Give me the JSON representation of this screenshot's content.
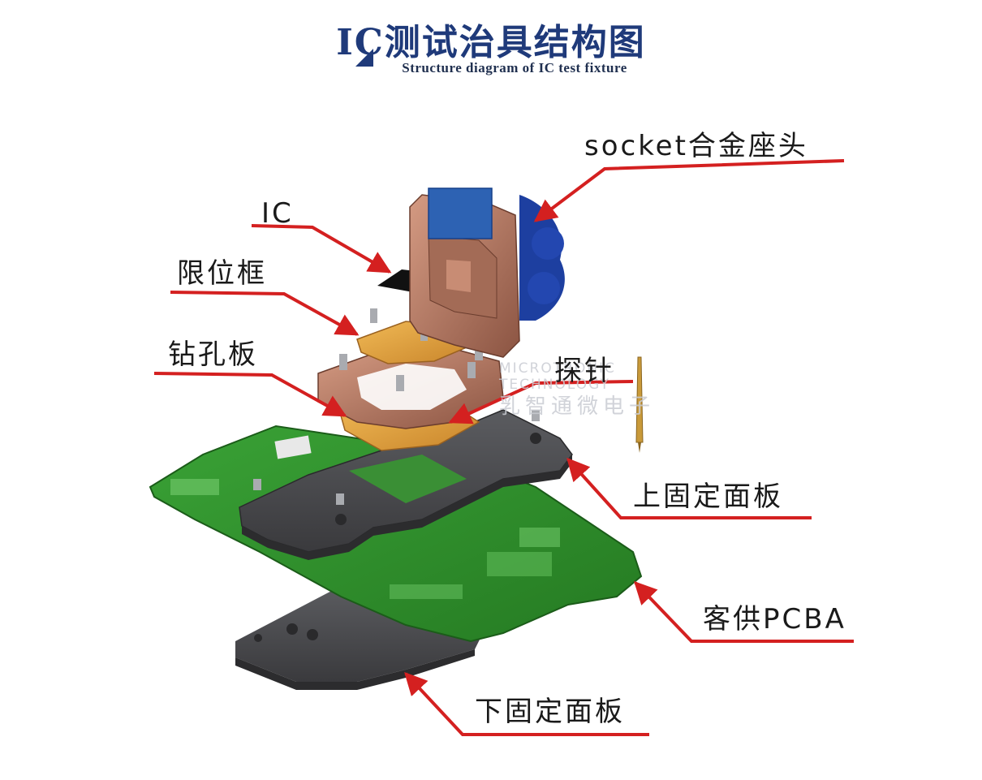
{
  "header": {
    "title": "IC测试治具结构图",
    "subtitle": "Structure diagram of IC test fixture"
  },
  "labels": {
    "socket": "socket合金座头",
    "ic": "IC",
    "limit_frame": "限位框",
    "drill_plate": "钻孔板",
    "probe": "探针",
    "upper_plate": "上固定面板",
    "pcba": "客供PCBA",
    "lower_plate": "下固定面板"
  },
  "watermark": {
    "line1": "MICROTRONIC",
    "line2": "TECHNOLOGY",
    "line3": "乳智通微电子"
  },
  "colors": {
    "title": "#1f3a7a",
    "leader": "#d42020",
    "pcb": "#2e8a2a",
    "plate": "#4a4a4d",
    "copper": "#b07a60",
    "gold": "#e2a03a",
    "knob": "#1d3fa0"
  }
}
